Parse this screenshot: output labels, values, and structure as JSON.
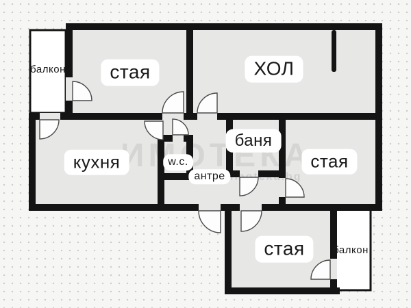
{
  "plan": {
    "labels": {
      "balcony_top": "балкон",
      "room_top": "стая",
      "living_room": "ХОЛ",
      "kitchen": "кухня",
      "wc": "w.c.",
      "bathroom": "баня",
      "hallway": "антре",
      "room_right": "стая",
      "room_bottom": "стая",
      "balcony_bottom": "балкон"
    },
    "watermark": {
      "name": "ИМОТЕКА",
      "site": "imoteka.bg"
    },
    "colors": {
      "wall": "#141414",
      "room_fill": "#e7e7e6",
      "balcony_fill": "#ffffff",
      "background": "#f6f6f5",
      "label_background": "#ffffff",
      "text": "#1a1a1a"
    }
  }
}
